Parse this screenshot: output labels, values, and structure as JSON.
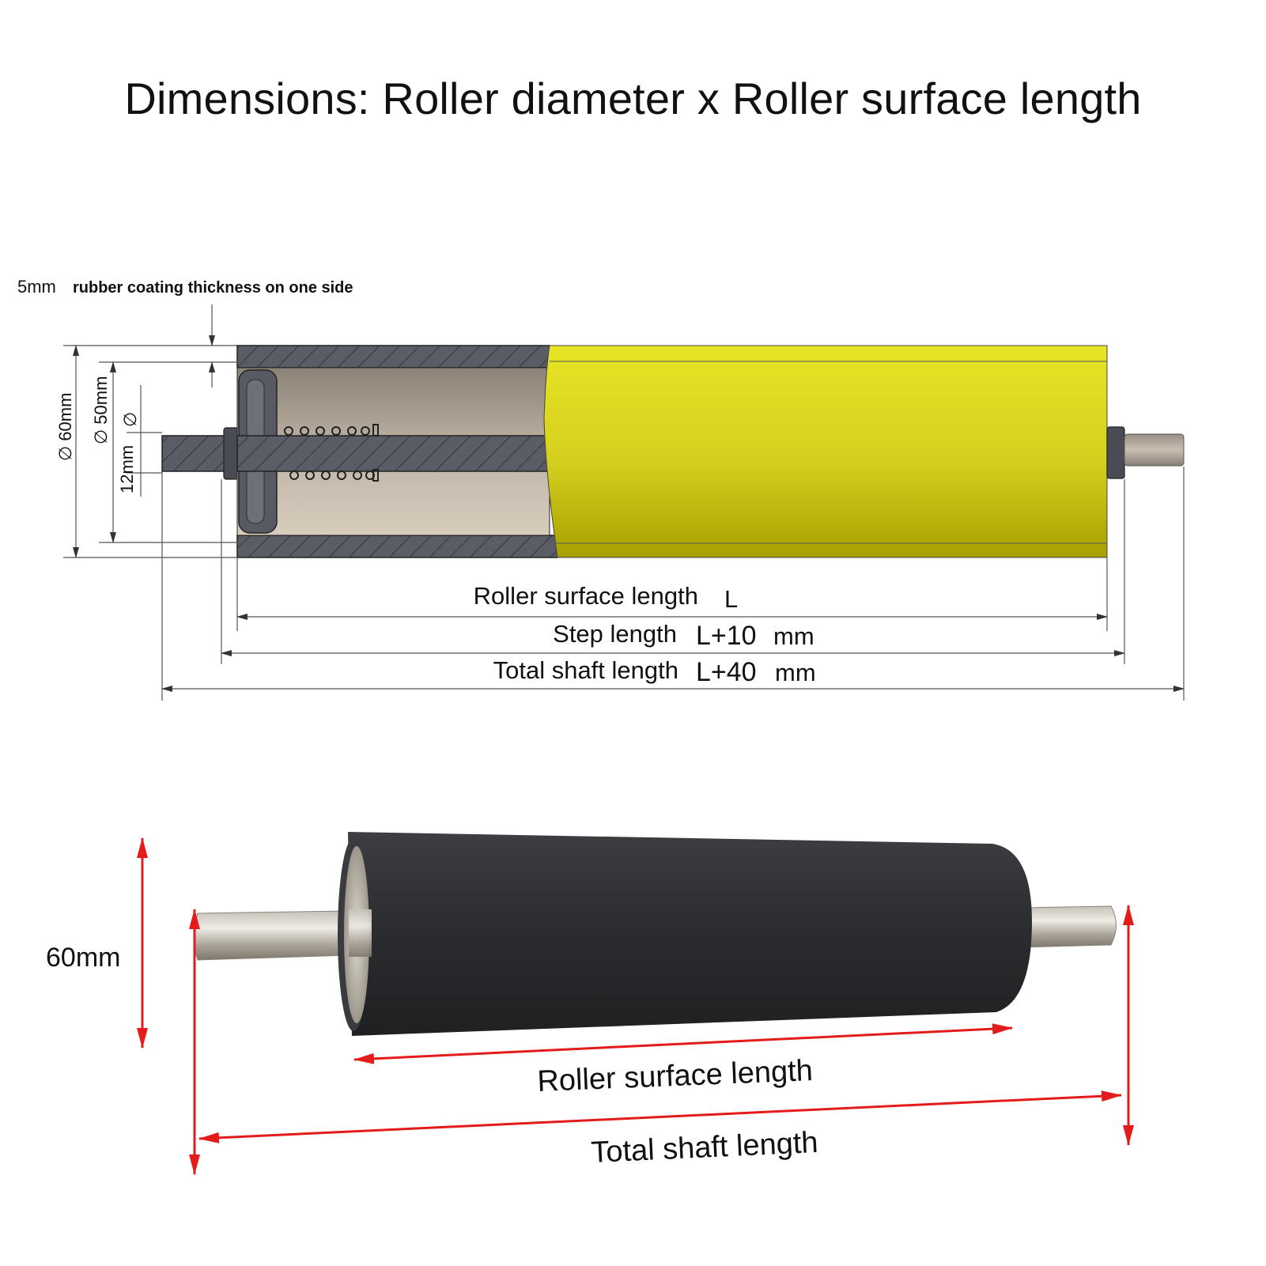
{
  "title": "Dimensions: Roller diameter x Roller surface length",
  "cross_section": {
    "coating_label_value": "5mm",
    "coating_label_text": "rubber coating thickness on one side",
    "outer_diameter": "∅ 60mm",
    "inner_diameter": "∅ 50mm",
    "shaft_diameter_value": "12mm",
    "shaft_diameter_symbol": "∅",
    "surface_length_label": "Roller surface length",
    "surface_length_value": "L",
    "step_length_label": "Step length",
    "step_length_value": "L+10",
    "step_length_unit": "mm",
    "total_shaft_label": "Total shaft length",
    "total_shaft_value": "L+40",
    "total_shaft_unit": "mm"
  },
  "photo": {
    "diameter": "60mm",
    "surface_length_label": "Roller surface length",
    "total_shaft_label": "Total shaft length"
  },
  "colors": {
    "rubber_yellow": "#e8e426",
    "section_gray": "#5a5c66",
    "rubber_black": "#2f3033",
    "arrow_red": "#e41b1b",
    "dimension_line": "#333333"
  }
}
